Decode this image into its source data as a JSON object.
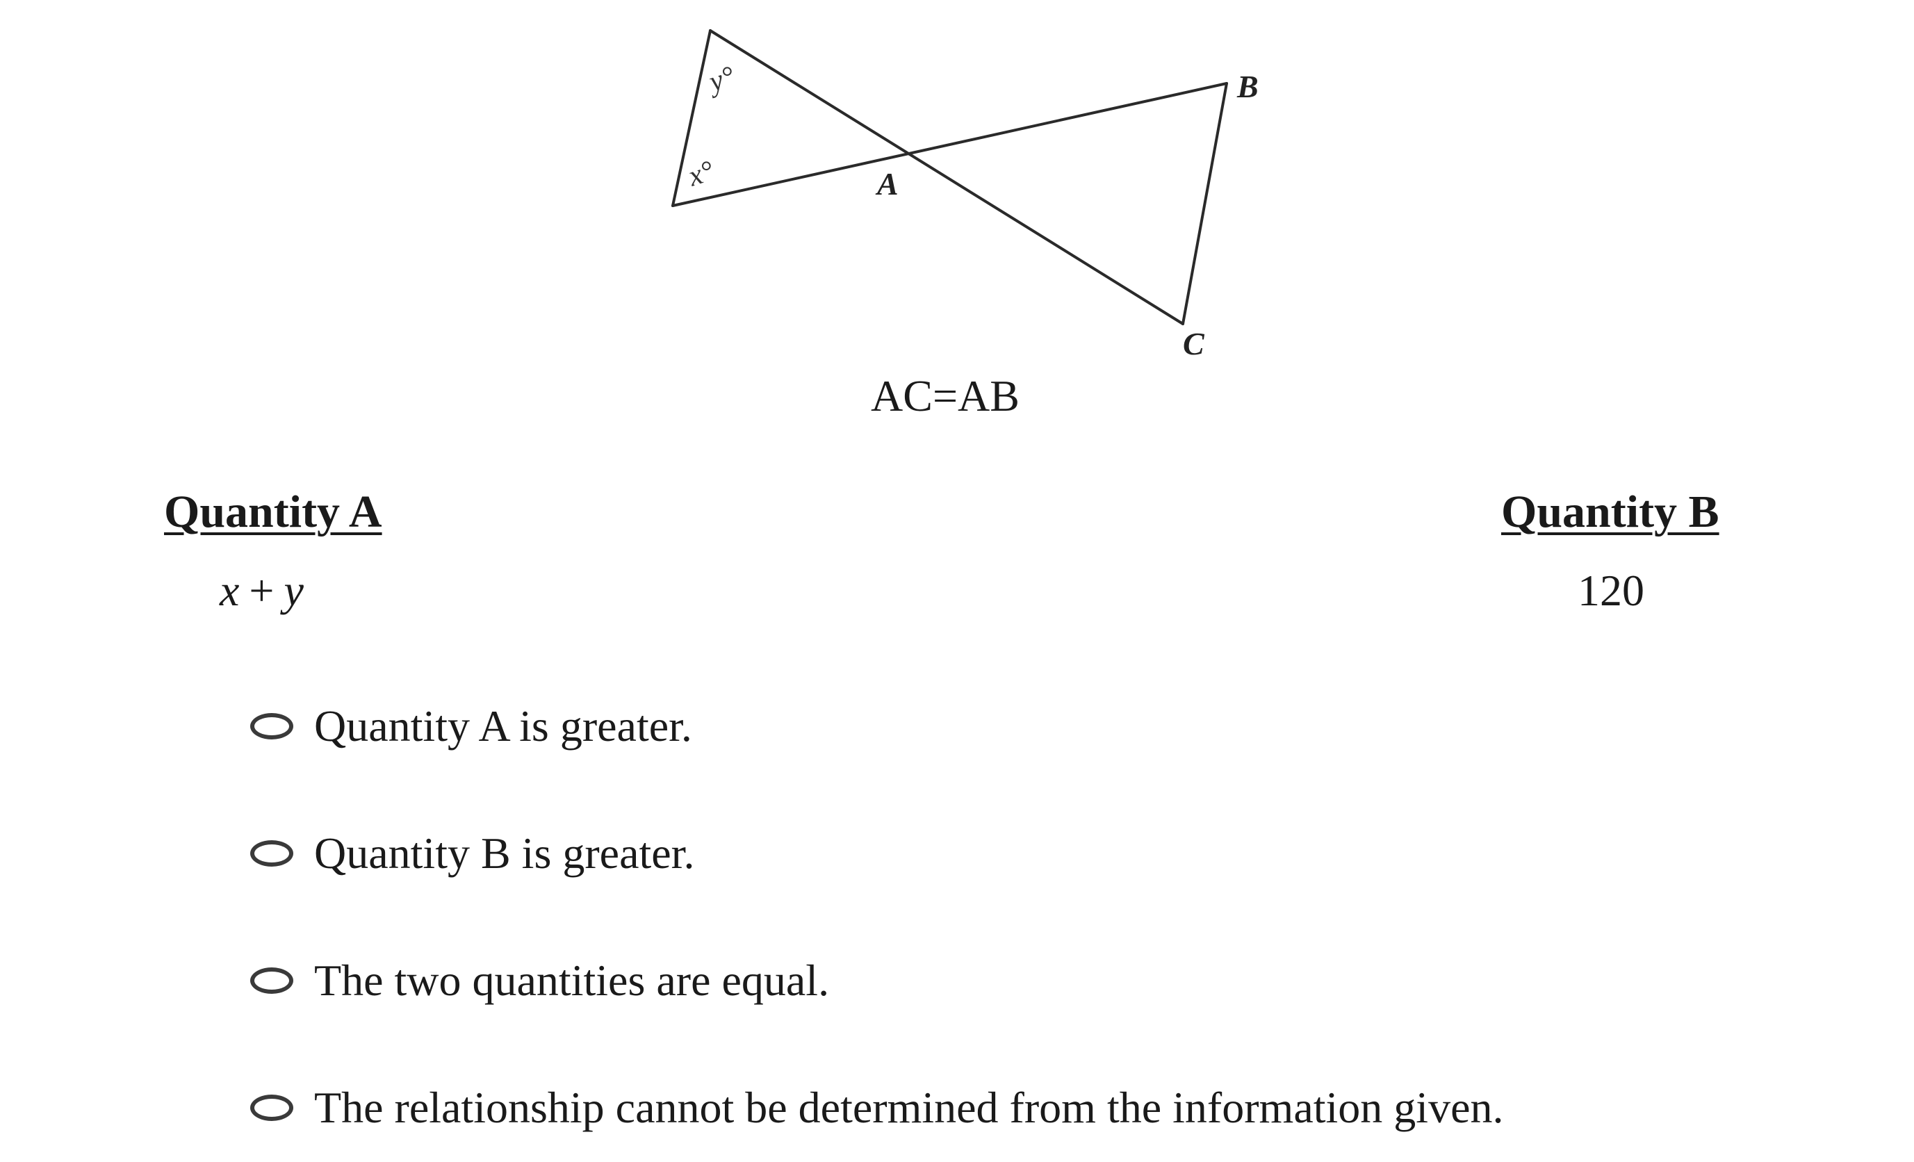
{
  "figure": {
    "vertex_labels": {
      "a": "A",
      "b": "B",
      "c": "C"
    },
    "angle_labels": {
      "y": "y°",
      "x": "x°"
    }
  },
  "given": "AC=AB",
  "quantity_a": {
    "heading": "Quantity A",
    "var1": "x",
    "op": "+",
    "var2": "y"
  },
  "quantity_b": {
    "heading": "Quantity B",
    "value": "120"
  },
  "choices": [
    "Quantity A is greater.",
    "Quantity B is greater.",
    "The two quantities are equal.",
    "The relationship cannot be determined from the information given."
  ]
}
